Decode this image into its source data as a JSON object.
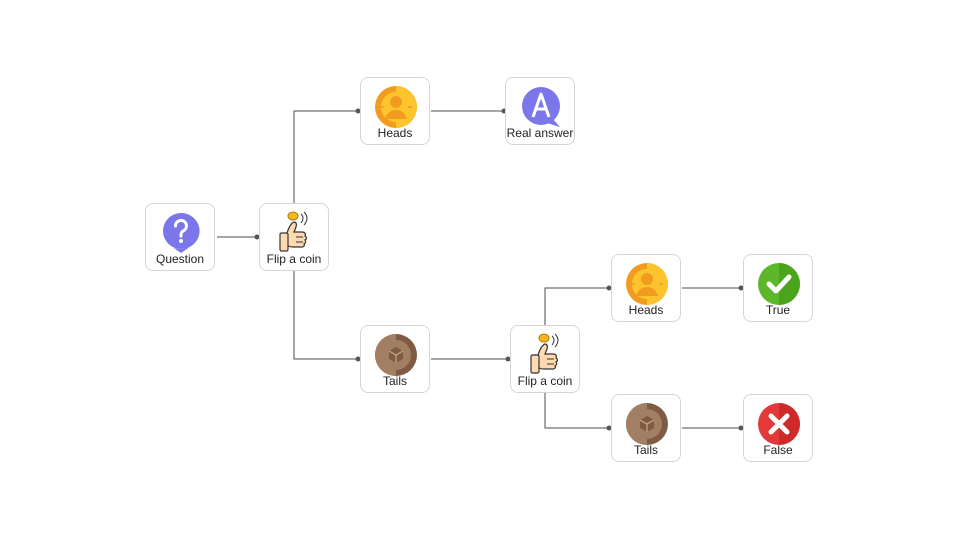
{
  "nodes": {
    "question": {
      "label": "Question",
      "icon": "question-speech-bubble-icon"
    },
    "flip1": {
      "label": "Flip a coin",
      "icon": "thumb-flipping-coin-icon"
    },
    "heads1": {
      "label": "Heads",
      "icon": "gold-coin-heads-icon"
    },
    "real_answer": {
      "label": "Real answer",
      "icon": "letter-a-speech-bubble-icon"
    },
    "tails1": {
      "label": "Tails",
      "icon": "bronze-coin-tails-icon"
    },
    "flip2": {
      "label": "Flip a coin",
      "icon": "thumb-flipping-coin-icon"
    },
    "heads2": {
      "label": "Heads",
      "icon": "gold-coin-heads-icon"
    },
    "true_node": {
      "label": "True",
      "icon": "green-check-icon"
    },
    "tails2": {
      "label": "Tails",
      "icon": "bronze-coin-tails-icon"
    },
    "false_node": {
      "label": "False",
      "icon": "red-cross-icon"
    }
  },
  "colors": {
    "question_purple": "#7b76ea",
    "gold": "#fdc52d",
    "gold_dark": "#f29c1f",
    "bronze": "#a27e63",
    "bronze_dark": "#7f5b44",
    "green": "#5cb82a",
    "red": "#e23a3a",
    "edge": "#4d4d4d"
  }
}
